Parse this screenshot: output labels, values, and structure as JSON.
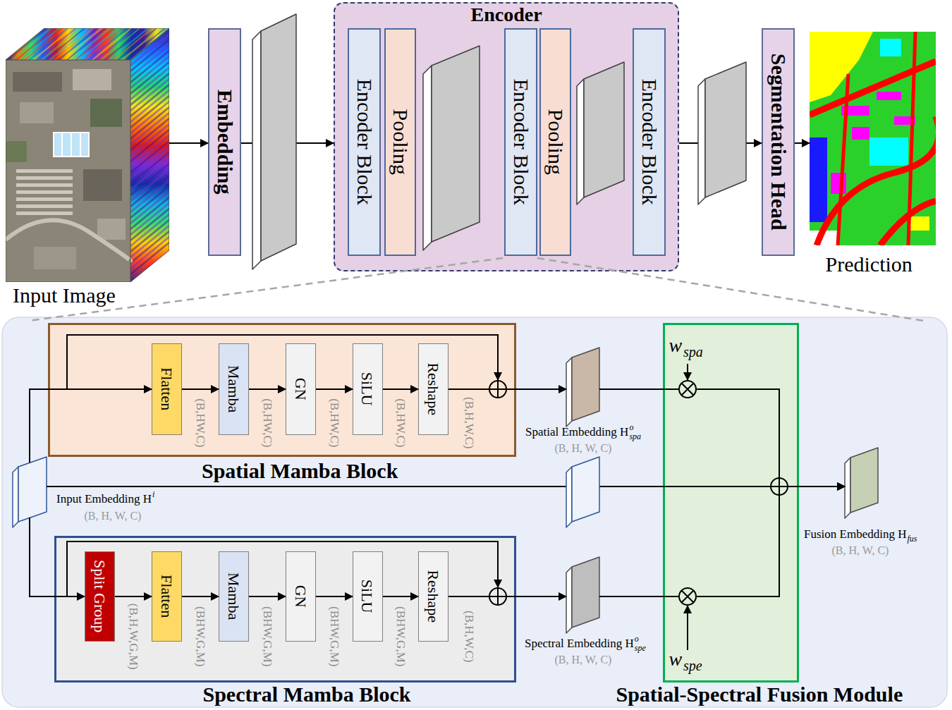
{
  "diagram": {
    "nodes": [
      {
        "text": [
          "Input Image"
        ]
      },
      {
        "text": [
          "Embedding"
        ]
      },
      {
        "text": [
          "Encoder"
        ]
      },
      {
        "text": [
          "Encoder Block"
        ],
        "in": 2
      },
      {
        "text": [
          "Pooling"
        ],
        "in": 2
      },
      {
        "text": [
          "Encoder Block"
        ],
        "in": 2
      },
      {
        "text": [
          "Pooling"
        ],
        "in": 2
      },
      {
        "text": [
          "Encoder Block"
        ],
        "in": 2
      },
      {
        "text": [
          "Segmentation Head"
        ]
      },
      {
        "text": [
          "Prediction"
        ]
      },
      {
        "text": [
          "Spatial Mamba Block"
        ]
      },
      {
        "text": [
          "Flatten"
        ],
        "in": 10
      },
      {
        "text": [
          "Mamba"
        ],
        "in": 10
      },
      {
        "text": [
          "GN"
        ],
        "in": 10
      },
      {
        "text": [
          "SiLU"
        ],
        "in": 10
      },
      {
        "text": [
          "Reshape"
        ],
        "in": 10
      },
      {
        "text": [
          "Spatial Embedding H",
          "o",
          "spa",
          "(B, H, W, C)"
        ]
      },
      {
        "text": [
          "Input Embedding H",
          "i",
          "(B, H, W, C)"
        ]
      },
      {
        "text": [
          "Spectral Mamba Block"
        ]
      },
      {
        "text": [
          "Split Group"
        ],
        "in": 18
      },
      {
        "text": [
          "Flatten"
        ],
        "in": 18
      },
      {
        "text": [
          "Mamba"
        ],
        "in": 18
      },
      {
        "text": [
          "GN"
        ],
        "in": 18
      },
      {
        "text": [
          "SiLU"
        ],
        "in": 18
      },
      {
        "text": [
          "Reshape"
        ],
        "in": 18
      },
      {
        "text": [
          "Spectral Embedding H",
          "o",
          "spe",
          "(B, H, W, C)"
        ]
      },
      {
        "text": [
          "Spatial-Spectral Fusion Module"
        ]
      },
      {
        "text": [
          "Fusion Embedding H",
          "fus",
          "(B, H, W, C)"
        ]
      }
    ],
    "edges": [
      {
        "from": 0,
        "to": 1,
        "arrow": "to"
      },
      {
        "from": 1,
        "to": 2,
        "arrow": "to"
      },
      {
        "from": 2,
        "to": 8,
        "arrow": "to"
      },
      {
        "from": 8,
        "to": 9,
        "arrow": "to"
      },
      {
        "from": 17,
        "to": 11,
        "arrow": "to"
      },
      {
        "from": 11,
        "to": 12,
        "arrow": "to"
      },
      {
        "from": 12,
        "to": 13,
        "arrow": "to"
      },
      {
        "from": 13,
        "to": 14,
        "arrow": "to"
      },
      {
        "from": 14,
        "to": 15,
        "arrow": "to"
      },
      {
        "from": 15,
        "to": 16,
        "arrow": "to"
      },
      {
        "from": 17,
        "to": 19,
        "arrow": "to"
      },
      {
        "from": 19,
        "to": 20,
        "arrow": "to"
      },
      {
        "from": 20,
        "to": 21,
        "arrow": "to"
      },
      {
        "from": 21,
        "to": 22,
        "arrow": "to"
      },
      {
        "from": 22,
        "to": 23,
        "arrow": "to"
      },
      {
        "from": 23,
        "to": 24,
        "arrow": "to"
      },
      {
        "from": 24,
        "to": 25,
        "arrow": "to"
      },
      {
        "from": 17,
        "to": 27,
        "arrow": "to"
      },
      {
        "from": 16,
        "to": 27,
        "arrow": "to"
      },
      {
        "from": 25,
        "to": 27,
        "arrow": "to"
      }
    ],
    "labels": [
      "w",
      "spa",
      "(B,HW,C)",
      "(B,HW,C)",
      "(B,HW,C)",
      "(B,HW,C)",
      "(B,H,W,C)",
      "(B,H,W,G,M)",
      "(BHW,G,M)",
      "(BHW,G,M)",
      "(BHW,G,M)",
      "(BHW,G,M)",
      "(B,H,W,C)",
      "w",
      "spe"
    ]
  }
}
